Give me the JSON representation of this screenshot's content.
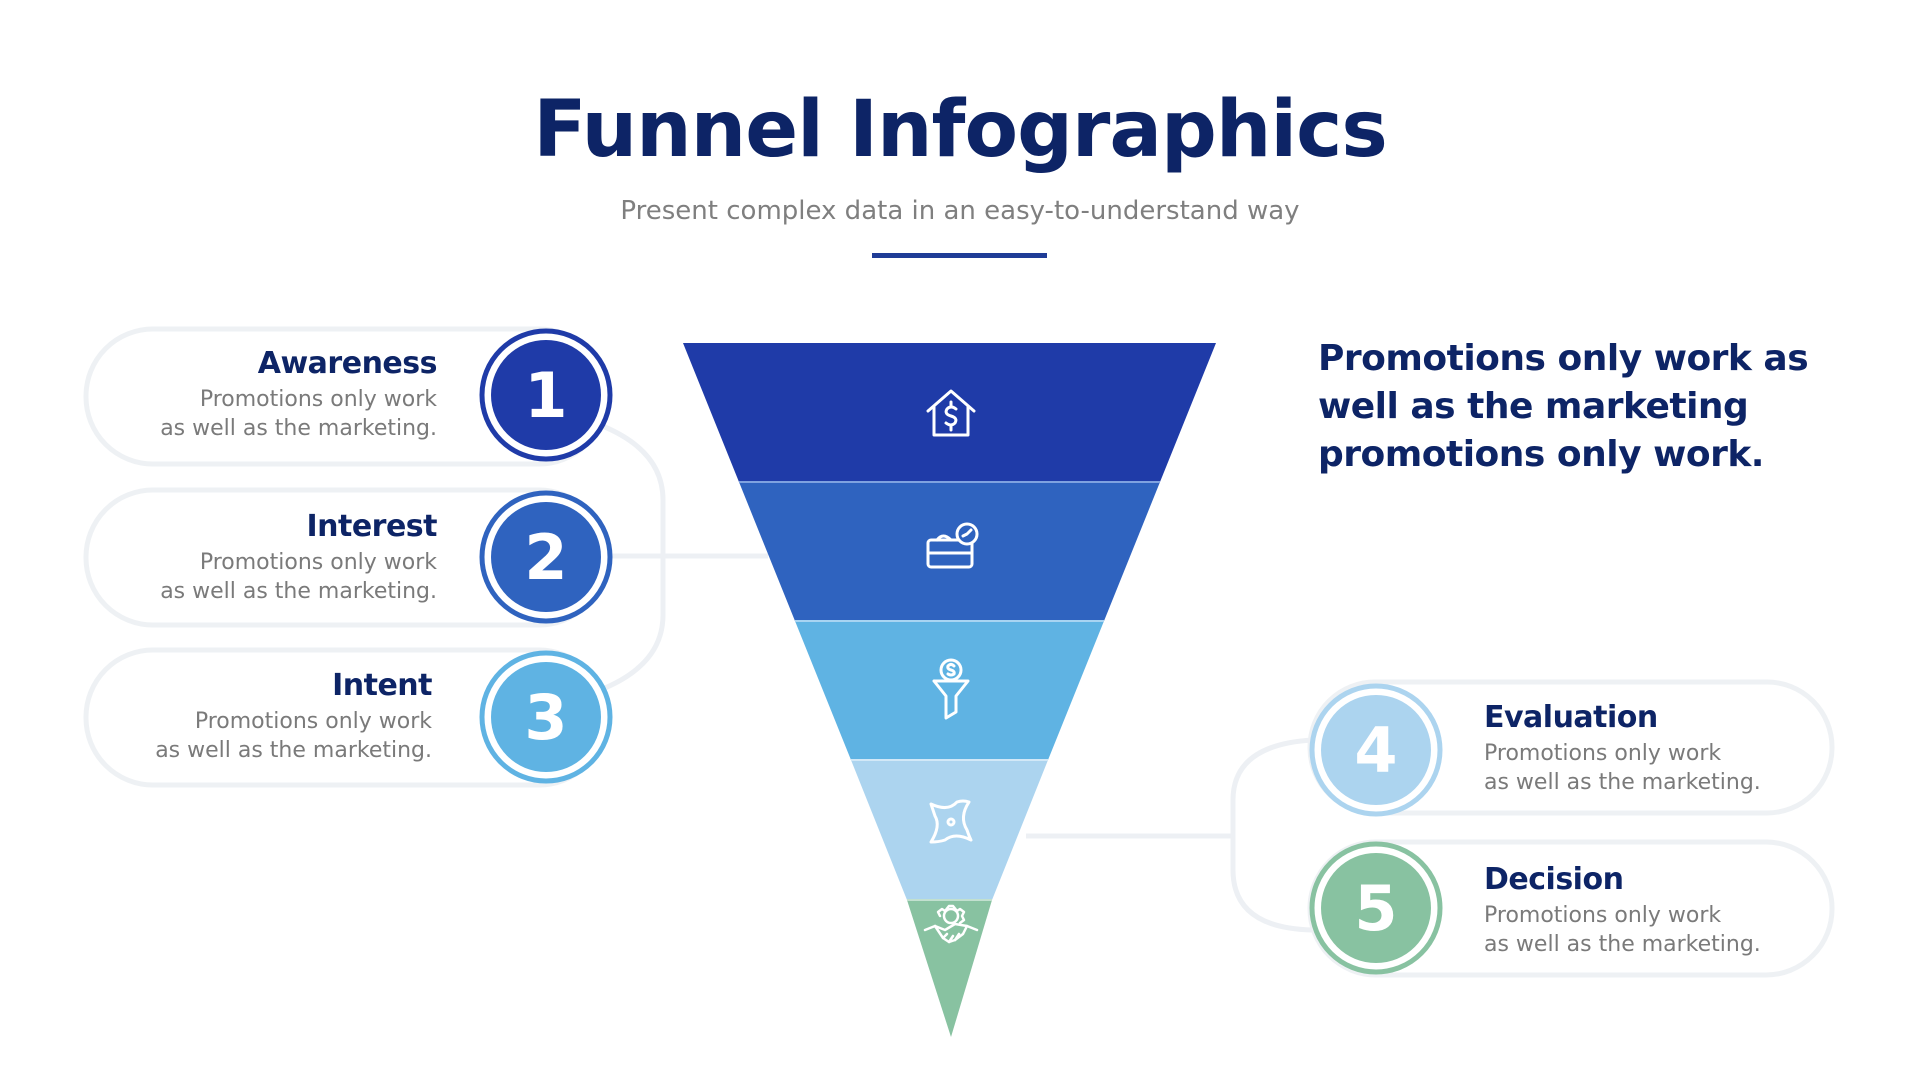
{
  "header": {
    "title": "Funnel Infographics",
    "subtitle": "Present complex data in an easy-to-understand way"
  },
  "colors": {
    "title": "#0d2466",
    "subtitle": "#7f7f7f",
    "underline": "#1f3c96",
    "card_outline": "#eef1f4",
    "connector": "#edf0f4",
    "stage_1": "#1f3ba8",
    "stage_2": "#2f63bf",
    "stage_3": "#5fb3e3",
    "stage_4": "#acd4ef",
    "stage_5": "#88c2a1"
  },
  "side_note": "Promotions only work as well as the marketing promotions only work.",
  "stages": [
    {
      "number": "1",
      "title": "Awareness",
      "desc_line1": "Promotions only work",
      "desc_line2": "as well as the marketing.",
      "icon": "house-dollar-icon",
      "color": "#1f3ba8"
    },
    {
      "number": "2",
      "title": "Interest",
      "desc_line1": "Promotions only work",
      "desc_line2": "as well as the marketing.",
      "icon": "wallet-clock-icon",
      "color": "#2f63bf"
    },
    {
      "number": "3",
      "title": "Intent",
      "desc_line1": "Promotions only work",
      "desc_line2": "as well as the marketing.",
      "icon": "funnel-dollar-icon",
      "color": "#5fb3e3"
    },
    {
      "number": "4",
      "title": "Evaluation",
      "desc_line1": "Promotions only work",
      "desc_line2": "as well as the marketing.",
      "icon": "shuriken-star-icon",
      "color": "#acd4ef"
    },
    {
      "number": "5",
      "title": "Decision",
      "desc_line1": "Promotions only work",
      "desc_line2": "as well as the marketing.",
      "icon": "handshake-gear-icon",
      "color": "#88c2a1"
    }
  ]
}
